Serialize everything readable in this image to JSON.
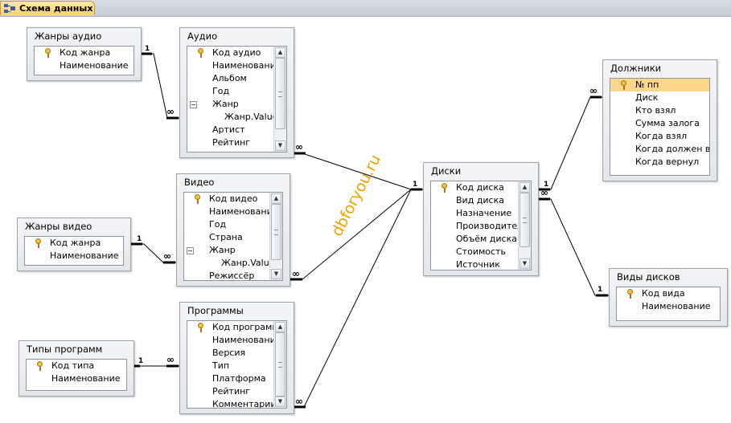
{
  "tab": {
    "label": "Схема данных",
    "icon": "relationships-icon"
  },
  "watermark": "dbforyou.ru",
  "tables": {
    "zhanry_audio": {
      "title": "Жанры аудио",
      "fields": [
        "Код жанра",
        "Наименование"
      ]
    },
    "audio": {
      "title": "Аудио",
      "fields": [
        "Код аудио",
        "Наименование",
        "Альбом",
        "Год",
        "Жанр",
        "Жанр.Value",
        "Артист",
        "Рейтинг"
      ]
    },
    "video": {
      "title": "Видео",
      "fields": [
        "Код видео",
        "Наименование",
        "Год",
        "Страна",
        "Жанр",
        "Жанр.Value",
        "Режиссёр"
      ]
    },
    "zhanry_video": {
      "title": "Жанры видео",
      "fields": [
        "Код жанра",
        "Наименование"
      ]
    },
    "programmy": {
      "title": "Программы",
      "fields": [
        "Код программы",
        "Наименование",
        "Версия",
        "Тип",
        "Платформа",
        "Рейтинг",
        "Комментарии"
      ]
    },
    "tipy_programm": {
      "title": "Типы программ",
      "fields": [
        "Код типа",
        "Наименование"
      ]
    },
    "diski": {
      "title": "Диски",
      "fields": [
        "Код диска",
        "Вид диска",
        "Назначение",
        "Производитель",
        "Объём диска",
        "Стоимость",
        "Источник"
      ]
    },
    "dolzhniki": {
      "title": "Должники",
      "fields": [
        "№ пп",
        "Диск",
        "Кто взял",
        "Сумма залога",
        "Когда взял",
        "Когда должен вернуть",
        "Когда вернул"
      ]
    },
    "vidy_diskov": {
      "title": "Виды дисков",
      "fields": [
        "Код вида",
        "Наименование"
      ]
    }
  },
  "relationship_labels": {
    "one": "1",
    "many": "∞"
  },
  "colors": {
    "tab": "#ffd46e",
    "selected_row": "#fcd68a",
    "watermark": "#f0a200",
    "line": "#000000"
  }
}
